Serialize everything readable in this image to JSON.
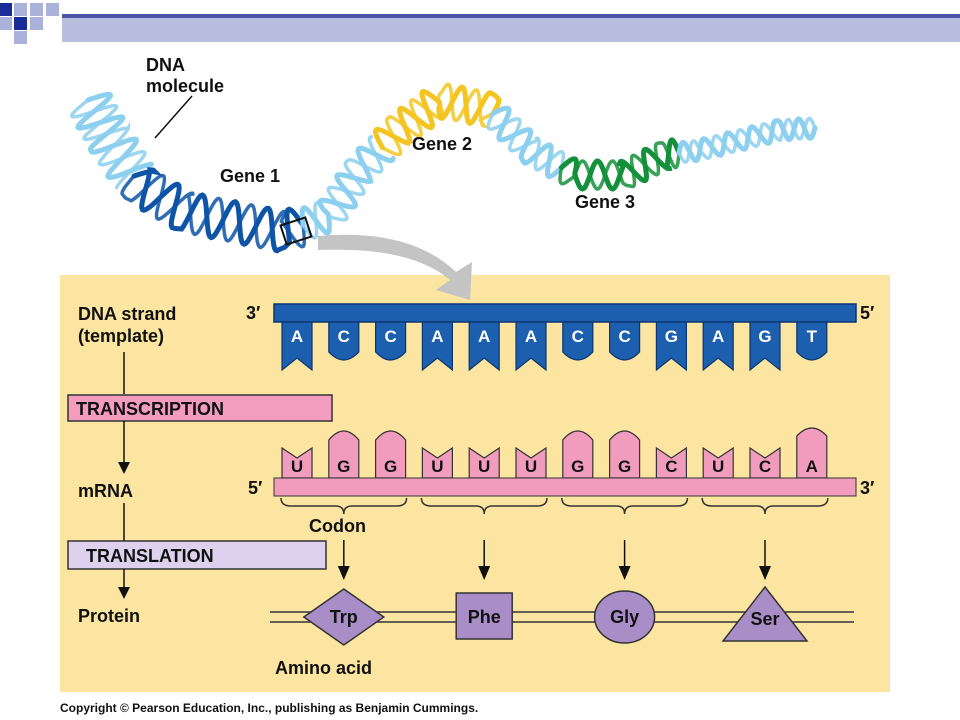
{
  "colors": {
    "panel": "#fbe5a0",
    "dna_light": "#8ccfee",
    "dna_dark": "#0d54a6",
    "gene2": "#f4c521",
    "gene3": "#13913a",
    "dna_base": "#1b5fae",
    "rna_base": "#f29cbd",
    "transcription_box": "#f39cbd",
    "translation_box": "#ddd1ee",
    "amino": "#a98dc6",
    "arrow_gray": "#c4c4c4",
    "header_blue": "#1c2b9a",
    "header_light": "#aab2dc"
  },
  "labels": {
    "dna_molecule": [
      "DNA",
      "molecule"
    ],
    "gene1": "Gene 1",
    "gene2": "Gene 2",
    "gene3": "Gene 3",
    "dna_strand": [
      "DNA strand",
      "(template)"
    ],
    "transcription": "TRANSCRIPTION",
    "mrna": "mRNA",
    "translation": "TRANSLATION",
    "protein": "Protein",
    "codon": "Codon",
    "amino_acid": "Amino acid",
    "dna_3prime": "3′",
    "dna_5prime": "5′",
    "mrna_5prime": "5′",
    "mrna_3prime": "3′",
    "copyright": "Copyright © Pearson Education, Inc., publishing as Benjamin Cummings."
  },
  "dna_bases": [
    "A",
    "C",
    "C",
    "A",
    "A",
    "A",
    "C",
    "C",
    "G",
    "A",
    "G",
    "T"
  ],
  "mrna_bases": [
    "U",
    "G",
    "G",
    "U",
    "U",
    "U",
    "G",
    "G",
    "C",
    "U",
    "C",
    "A"
  ],
  "amino_acids": [
    {
      "name": "Trp",
      "shape": "diamond"
    },
    {
      "name": "Phe",
      "shape": "square"
    },
    {
      "name": "Gly",
      "shape": "circle"
    },
    {
      "name": "Ser",
      "shape": "triangle"
    }
  ]
}
